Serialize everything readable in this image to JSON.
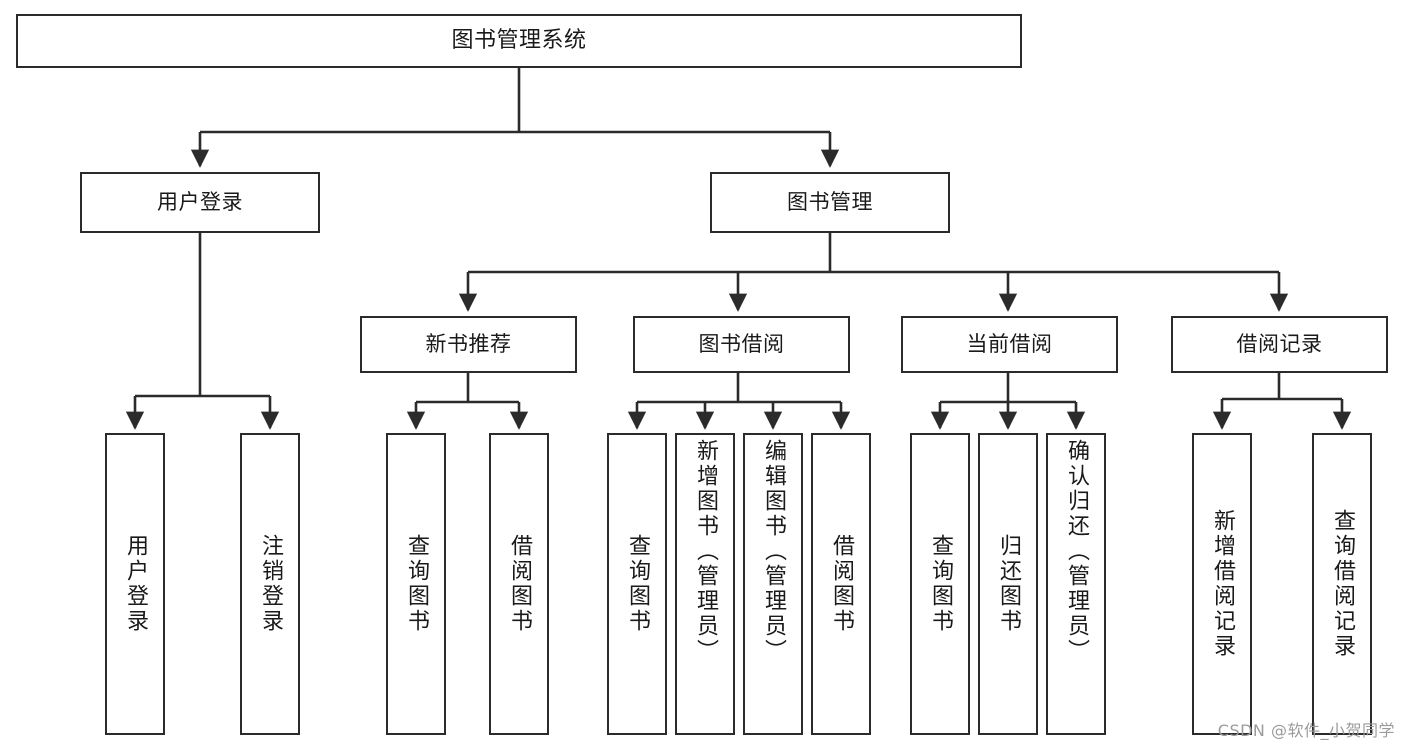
{
  "diagram": {
    "type": "tree",
    "title": "图书管理系统",
    "orientation": "top-down",
    "line_color": "#2b2b2b",
    "box_fill": "#ffffff",
    "text_color": "#1a1a1a",
    "background": "#ffffff"
  },
  "nodes": {
    "root": {
      "label": "图书管理系统"
    },
    "level2": [
      {
        "id": "user-login",
        "label": "用户登录"
      },
      {
        "id": "book-management",
        "label": "图书管理"
      }
    ],
    "level3": [
      {
        "id": "new-book-recommend",
        "label": "新书推荐"
      },
      {
        "id": "book-borrow",
        "label": "图书借阅"
      },
      {
        "id": "current-borrow",
        "label": "当前借阅"
      },
      {
        "id": "borrow-record",
        "label": "借阅记录"
      }
    ],
    "leaves": {
      "user_login": [
        {
          "id": "leaf-user-login",
          "label": "用户登录"
        },
        {
          "id": "leaf-logout-login",
          "label": "注销登录"
        }
      ],
      "new_book_recommend": [
        {
          "id": "leaf-query-book-1",
          "label": "查询图书"
        },
        {
          "id": "leaf-borrow-book-1",
          "label": "借阅图书"
        }
      ],
      "book_borrow": [
        {
          "id": "leaf-query-book-2",
          "label": "查询图书"
        },
        {
          "id": "leaf-add-book",
          "label": "新增图书（管理员）"
        },
        {
          "id": "leaf-edit-book",
          "label": "编辑图书（管理员）"
        },
        {
          "id": "leaf-borrow-book-2",
          "label": "借阅图书"
        }
      ],
      "current_borrow": [
        {
          "id": "leaf-query-book-3",
          "label": "查询图书"
        },
        {
          "id": "leaf-return-book",
          "label": "归还图书"
        },
        {
          "id": "leaf-confirm-return",
          "label": "确认归还（管理员）"
        }
      ],
      "borrow_record": [
        {
          "id": "leaf-add-borrow-record",
          "label": "新增借阅记录"
        },
        {
          "id": "leaf-query-borrow-record",
          "label": "查询借阅记录"
        }
      ]
    }
  },
  "watermark": {
    "text": "CSDN @软件_小贺同学"
  }
}
